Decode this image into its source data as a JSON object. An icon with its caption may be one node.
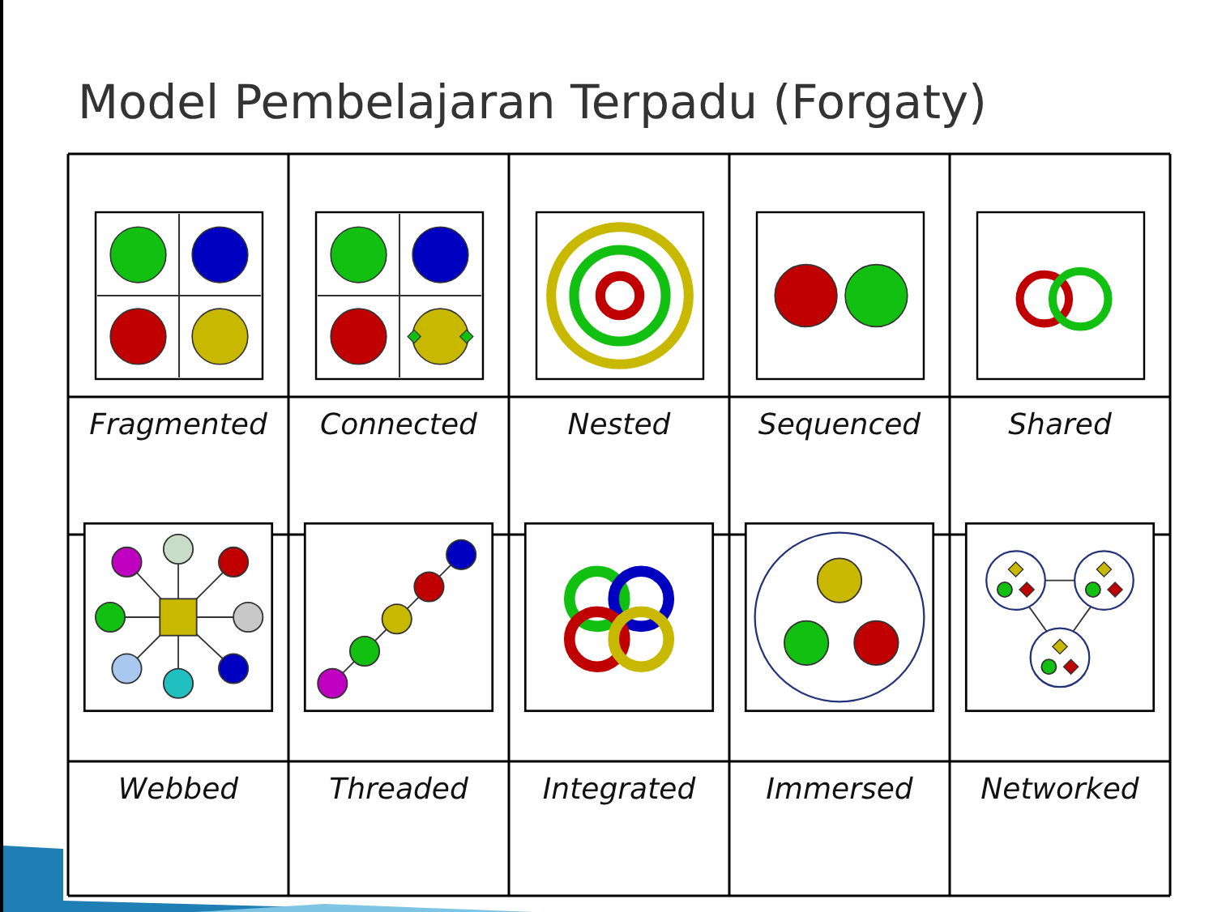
{
  "diagram": {
    "title": "Model Pembelajaran Terpadu (Forgaty)",
    "labels": [
      "Fragmented",
      "Connected",
      "Nested",
      "Sequenced",
      "Shared",
      "Webbed",
      "Threaded",
      "Integrated",
      "Immersed",
      "Networked"
    ]
  }
}
